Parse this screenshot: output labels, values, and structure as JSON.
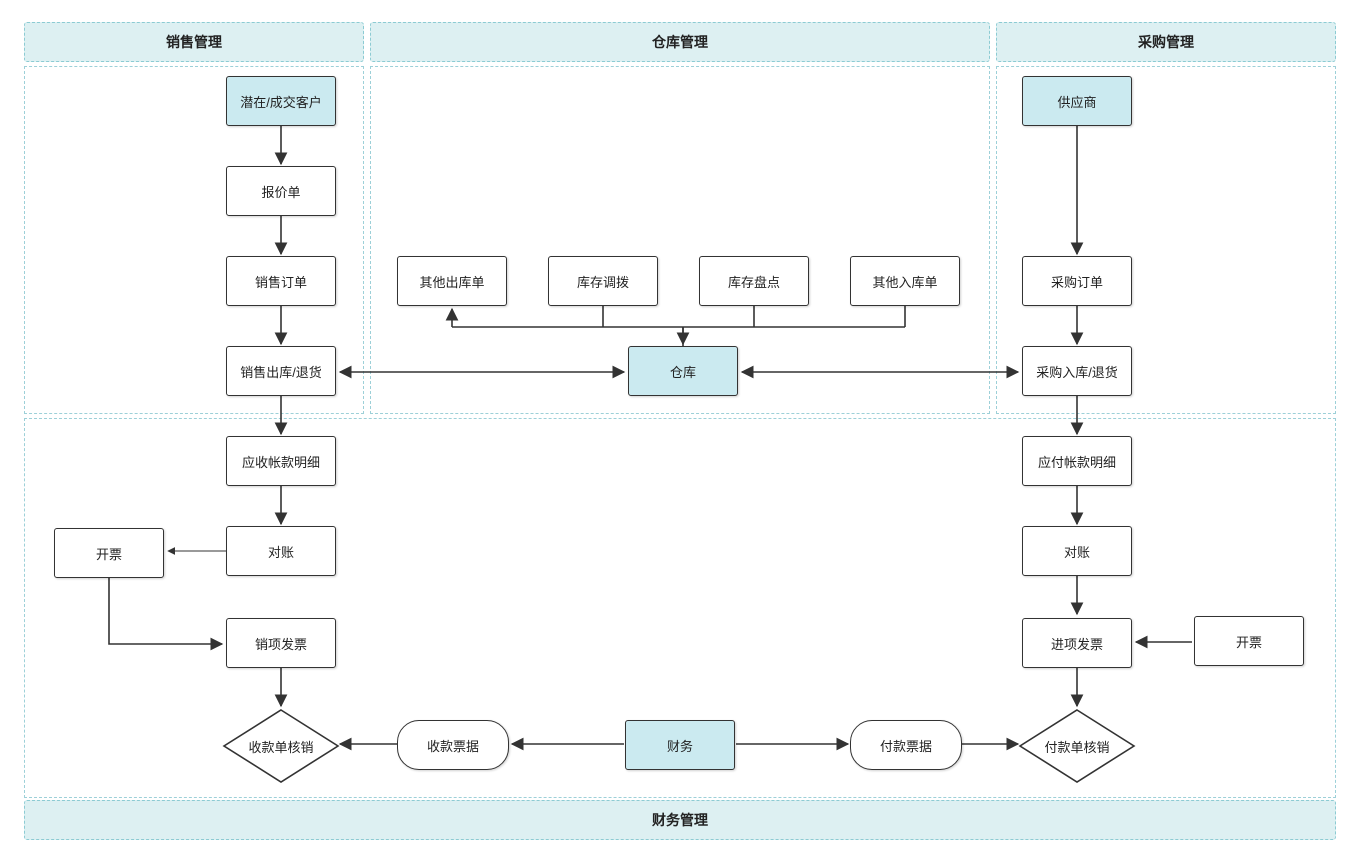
{
  "lanes": {
    "sales": "销售管理",
    "warehouse": "仓库管理",
    "purchase": "采购管理",
    "finance": "财务管理"
  },
  "nodes": {
    "customer": "潜在/成交客户",
    "quote": "报价单",
    "sales_order": "销售订单",
    "sales_outbound": "销售出库/退货",
    "receivable_detail": "应收帐款明细",
    "sales_reconcile": "对账",
    "sales_invoice_issue": "开票",
    "sales_invoice": "销项发票",
    "receipt_writeoff": "收款单核销",
    "receipt_bill": "收款票据",
    "other_outbound": "其他出库单",
    "stock_transfer": "库存调拨",
    "stock_count": "库存盘点",
    "other_inbound": "其他入库单",
    "warehouse": "仓库",
    "finance": "财务",
    "supplier": "供应商",
    "purchase_order": "采购订单",
    "purchase_inbound": "采购入库/退货",
    "payable_detail": "应付帐款明细",
    "purchase_reconcile": "对账",
    "purchase_invoice": "进项发票",
    "purchase_invoice_issue": "开票",
    "payment_bill": "付款票据",
    "payment_writeoff": "付款单核销"
  },
  "colors": {
    "highlight_fill": "#cbeaf0",
    "lane_fill": "#ddf0f2",
    "lane_border": "#8ccbd3",
    "line": "#333333"
  }
}
